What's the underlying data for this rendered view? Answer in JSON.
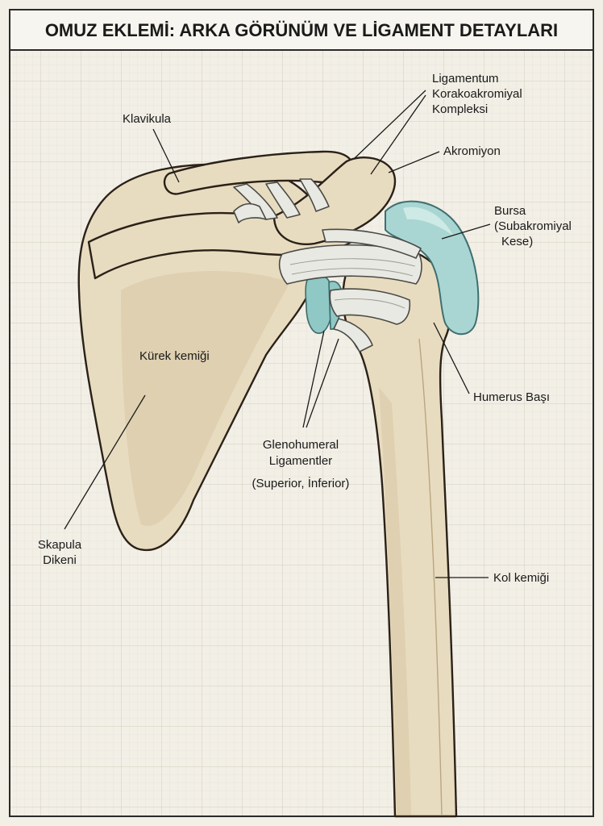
{
  "title": "OMUZ EKLEMİ: ARKA GÖRÜNÜM VE LİGAMENT DETAYLARI",
  "labels": {
    "klavikula": "Klavikula",
    "ligamentum_1": "Ligamentum",
    "ligamentum_2": "Korakoakromiyal",
    "ligamentum_3": "Kompleksi",
    "akromiyon": "Akromiyon",
    "bursa_1": "Bursa",
    "bursa_2": "(Subakromiyal",
    "bursa_3": "Kese)",
    "kurek": "Kürek kemiği",
    "humerus_basi": "Humerus Başı",
    "gleno_1": "Glenohumeral",
    "gleno_2": "Ligamentler",
    "gleno_3": "(Superior, İnferior)",
    "skapula_1": "Skapula",
    "skapula_2": "Dikeni",
    "kol": "Kol kemiği"
  },
  "colors": {
    "paper": "#f2efe6",
    "grid": "#ddd8cc",
    "bone": "#e8dcc0",
    "bone_outline": "#2a2118",
    "ligament": "#e9e9e4",
    "bursa": "#a9d6d2"
  }
}
